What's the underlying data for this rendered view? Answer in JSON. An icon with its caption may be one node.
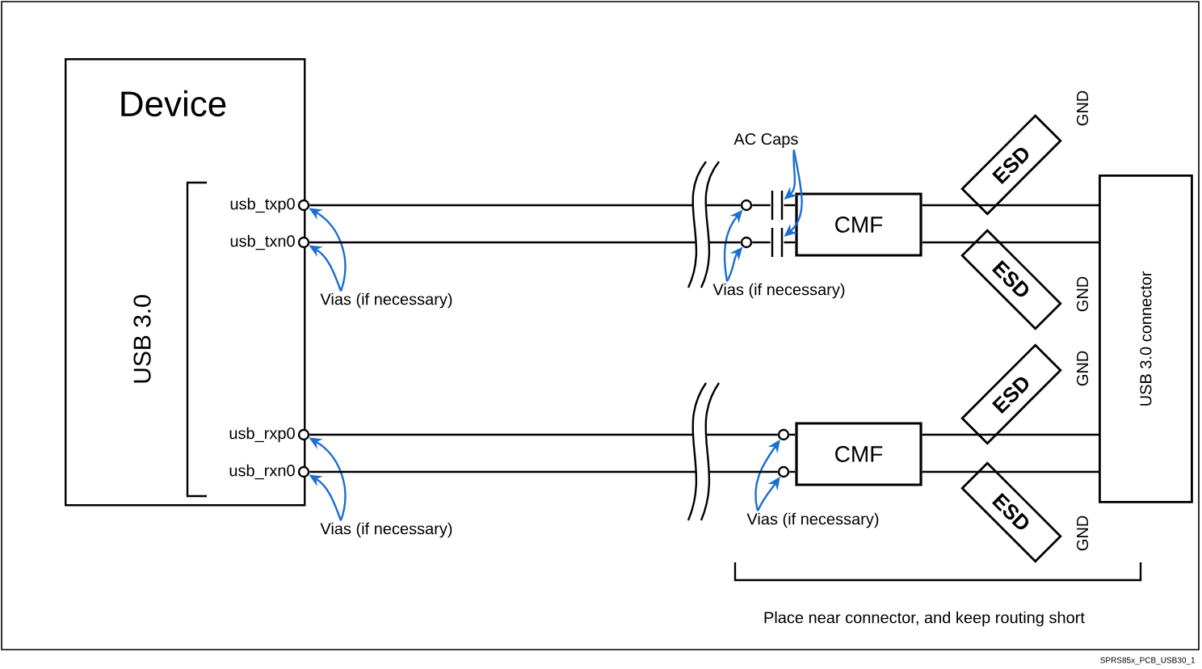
{
  "diagram": {
    "nodes": [
      {
        "text": [
          "Device",
          "USB 3.0"
        ]
      },
      {
        "text": [],
        "shape": "circle"
      },
      {
        "text": [],
        "shape": "circle"
      },
      {
        "text": [],
        "shape": "circle"
      },
      {
        "text": [],
        "shape": "circle"
      },
      {
        "text": [
          "Vias (if necessary)"
        ]
      },
      {
        "text": [
          "Vias (if necessary)"
        ]
      },
      {
        "text": [
          "AC Caps"
        ]
      },
      {
        "text": [],
        "shape": "capacitor"
      },
      {
        "text": [],
        "shape": "capacitor"
      },
      {
        "text": [],
        "shape": "circle"
      },
      {
        "text": [],
        "shape": "circle"
      },
      {
        "text": [
          "Vias (if necessary)"
        ]
      },
      {
        "text": [
          "CMF"
        ]
      },
      {
        "text": [],
        "shape": "circle"
      },
      {
        "text": [],
        "shape": "circle"
      },
      {
        "text": [
          "Vias (if necessary)"
        ]
      },
      {
        "text": [
          "CMF"
        ]
      },
      {
        "text": [
          "ESD"
        ],
        "beside": [
          "GND"
        ]
      },
      {
        "text": [
          "ESD"
        ],
        "beside": [
          "GND"
        ]
      },
      {
        "text": [
          "ESD"
        ],
        "beside": [
          "GND"
        ]
      },
      {
        "text": [
          "ESD"
        ],
        "beside": [
          "GND"
        ]
      },
      {
        "text": [
          "USB 3.0 connector"
        ]
      }
    ],
    "edges": [
      {
        "from": 5,
        "to": 1,
        "arrow": "to",
        "color": "#1a6fd0"
      },
      {
        "from": 5,
        "to": 2,
        "arrow": "to",
        "color": "#1a6fd0"
      },
      {
        "from": 6,
        "to": 3,
        "arrow": "to",
        "color": "#1a6fd0"
      },
      {
        "from": 6,
        "to": 4,
        "arrow": "to",
        "color": "#1a6fd0"
      },
      {
        "from": 7,
        "to": 8,
        "arrow": "to",
        "color": "#1a6fd0"
      },
      {
        "from": 7,
        "to": 9,
        "arrow": "to",
        "color": "#1a6fd0"
      },
      {
        "from": 12,
        "to": 10,
        "arrow": "to",
        "color": "#1a6fd0"
      },
      {
        "from": 12,
        "to": 11,
        "arrow": "to",
        "color": "#1a6fd0"
      },
      {
        "from": 16,
        "to": 14,
        "arrow": "to",
        "color": "#1a6fd0"
      },
      {
        "from": 16,
        "to": 15,
        "arrow": "to",
        "color": "#1a6fd0"
      },
      {
        "from": 1,
        "to": 10,
        "arrow": "none"
      },
      {
        "from": 2,
        "to": 11,
        "arrow": "none"
      },
      {
        "from": 10,
        "to": 8,
        "arrow": "none"
      },
      {
        "from": 11,
        "to": 9,
        "arrow": "none"
      },
      {
        "from": 8,
        "to": 13,
        "arrow": "none"
      },
      {
        "from": 9,
        "to": 13,
        "arrow": "none"
      },
      {
        "from": 13,
        "to": 22,
        "arrow": "none"
      },
      {
        "from": 13,
        "to": 22,
        "arrow": "none"
      },
      {
        "from": 3,
        "to": 14,
        "arrow": "none"
      },
      {
        "from": 4,
        "to": 15,
        "arrow": "none"
      },
      {
        "from": 14,
        "to": 17,
        "arrow": "none"
      },
      {
        "from": 15,
        "to": 17,
        "arrow": "none"
      },
      {
        "from": 17,
        "to": 22,
        "arrow": "none"
      },
      {
        "from": 17,
        "to": 22,
        "arrow": "none"
      }
    ],
    "labels": [
      "usb_txp0",
      "usb_txn0",
      "usb_rxp0",
      "usb_rxn0",
      "Place near connector, and keep routing short",
      "SPRS85x_PCB_USB30_1"
    ]
  }
}
